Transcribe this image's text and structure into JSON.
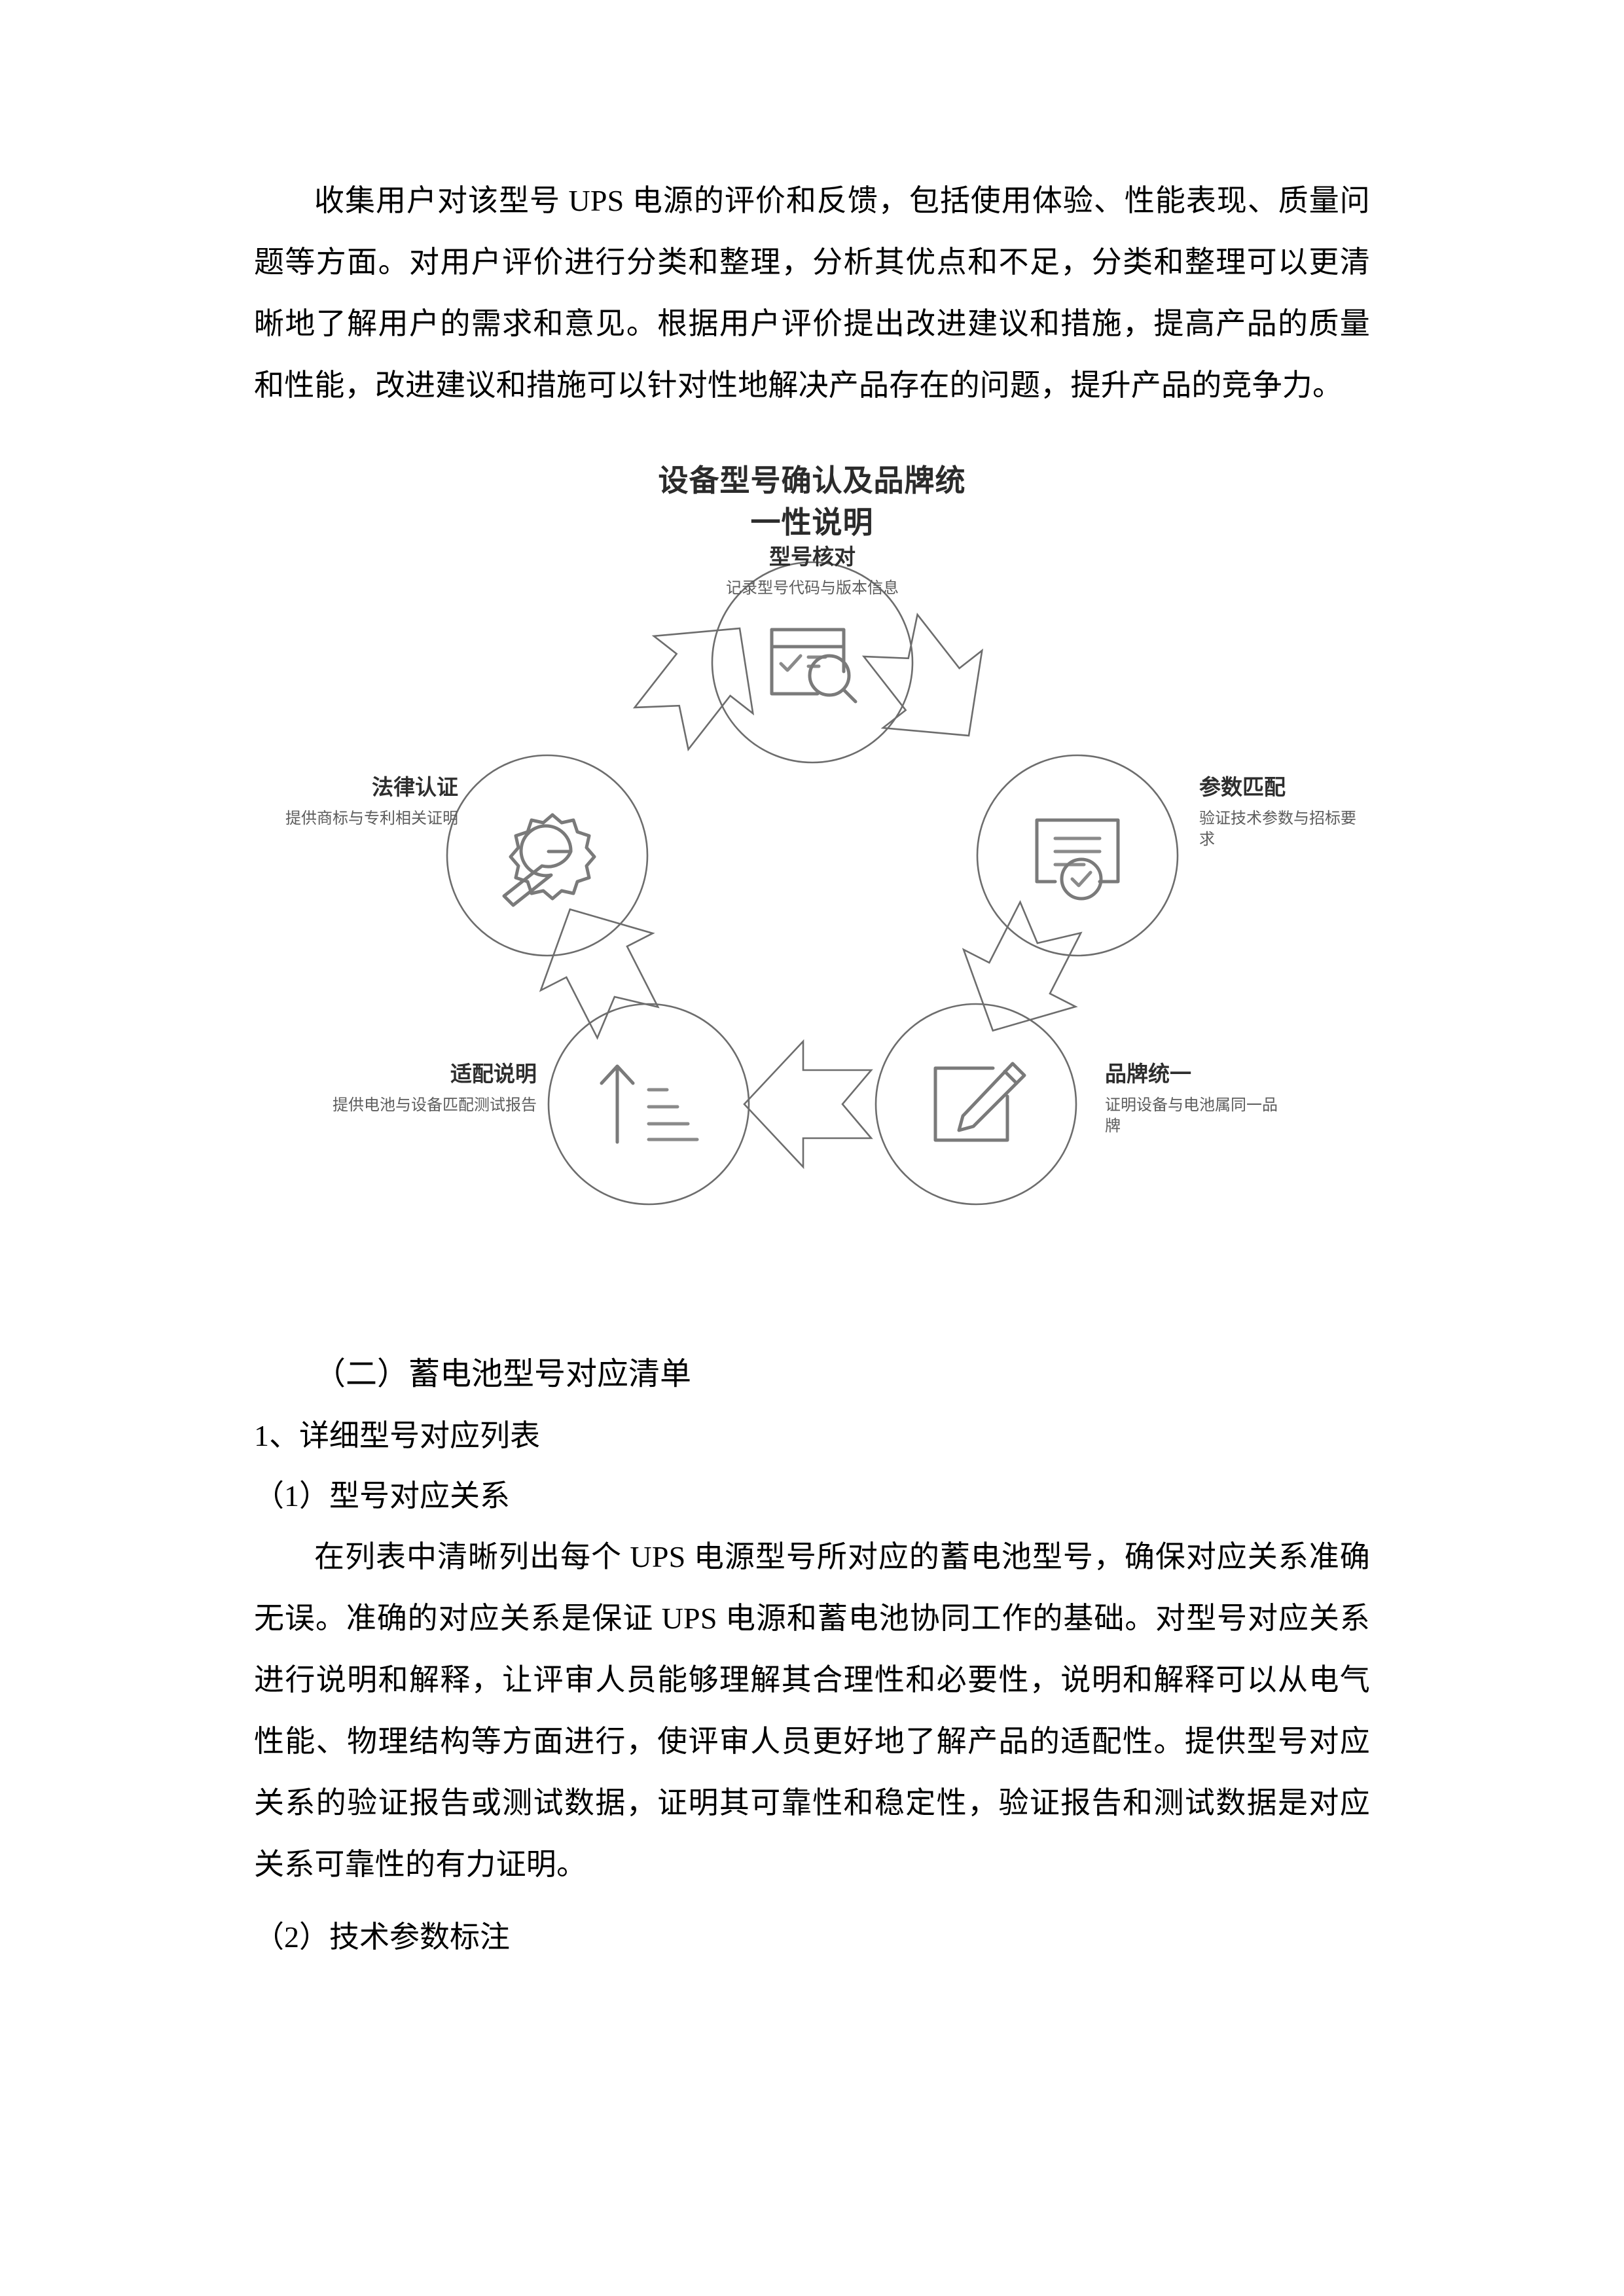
{
  "document": {
    "paragraph_1": "收集用户对该型号 UPS 电源的评价和反馈，包括使用体验、性能表现、质量问题等方面。对用户评价进行分类和整理，分析其优点和不足，分类和整理可以更清晰地了解用户的需求和意见。根据用户评价提出改进建议和措施，提高产品的质量和性能，改进建议和措施可以针对性地解决产品存在的问题，提升产品的竞争力。",
    "heading_section": "（二）蓄电池型号对应清单",
    "heading_sub_1": "1、详细型号对应列表",
    "heading_sub_2": "（1）型号对应关系",
    "paragraph_2": "在列表中清晰列出每个 UPS 电源型号所对应的蓄电池型号，确保对应关系准确无误。准确的对应关系是保证 UPS 电源和蓄电池协同工作的基础。对型号对应关系进行说明和解释，让评审人员能够理解其合理性和必要性，说明和解释可以从电气性能、物理结构等方面进行，使评审人员更好地了解产品的适配性。提供型号对应关系的验证报告或测试数据，证明其可靠性和稳定性，验证报告和测试数据是对应关系可靠性的有力证明。",
    "heading_sub_3": "（2）技术参数标注"
  },
  "figure": {
    "title_line_1": "设备型号确认及品牌统",
    "title_line_2": "一性说明",
    "nodes": [
      {
        "id": "model-check",
        "title": "型号核对",
        "desc": "记录型号代码与版本信息",
        "icon": "window-search-icon",
        "position": "top"
      },
      {
        "id": "parameter-match",
        "title": "参数匹配",
        "desc": "验证技术参数与招标要求",
        "icon": "certificate-check-icon",
        "position": "right"
      },
      {
        "id": "brand-unify",
        "title": "品牌统一",
        "desc": "证明设备与电池属同一品牌",
        "icon": "edit-pencil-square-icon",
        "position": "bottom-right"
      },
      {
        "id": "adaptation-note",
        "title": "适配说明",
        "desc": "提供电池与设备匹配测试报告",
        "icon": "sort-ascending-icon",
        "position": "bottom-left"
      },
      {
        "id": "legal-certification",
        "title": "法律认证",
        "desc": "提供商标与专利相关证明",
        "icon": "wrench-gear-icon",
        "position": "left"
      }
    ],
    "colors": {
      "stroke": "#6d6d6d",
      "title_text": "#2b2b2b",
      "node_title_text": "#2e2e2e",
      "node_desc_text": "#5c5c5c"
    }
  }
}
